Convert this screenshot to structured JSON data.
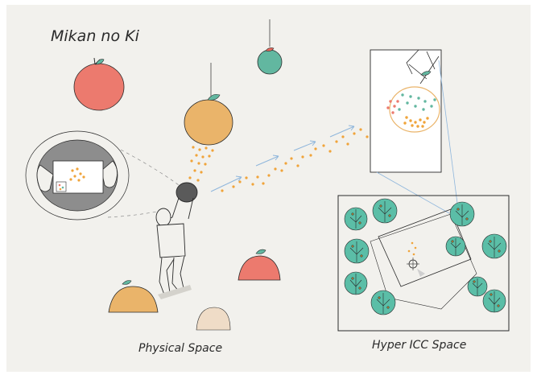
{
  "title": "Mikan no Ki",
  "labels": {
    "physical": "Physical Space",
    "hyper": "Hyper ICC Space"
  },
  "colors": {
    "paper": "#f2f1ed",
    "ink": "#2a2a2a",
    "red_fruit": "#ec7a6e",
    "orange_fruit": "#eab46a",
    "leaf_green": "#62b7a0",
    "stone": "#efdcc7",
    "dot_orange": "#f0a43a",
    "arrow_blue": "#8fb6dc",
    "tree_green": "#5bbea7"
  }
}
